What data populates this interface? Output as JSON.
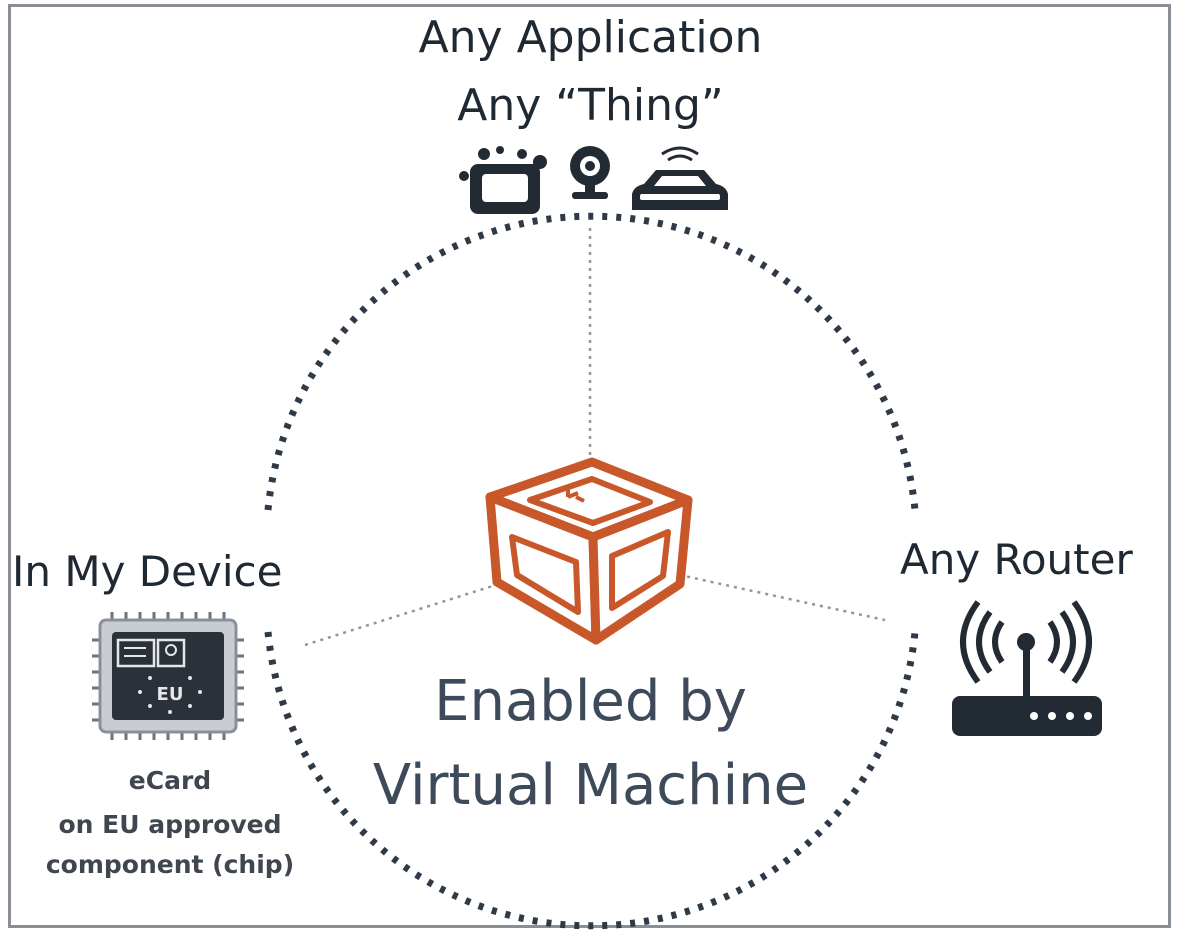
{
  "top": {
    "line1": "Any Application",
    "line2": "Any “Thing”",
    "icons": [
      "washing-machine-icon",
      "webcam-icon",
      "connected-car-icon"
    ]
  },
  "left": {
    "title": "In My Device",
    "chip_text": "EU",
    "caption": {
      "line1": "eCard",
      "line2": "on EU approved",
      "line3": "component (chip)"
    },
    "icon": "chip-icon"
  },
  "right": {
    "title": "Any Router",
    "icon": "wifi-router-icon"
  },
  "center": {
    "line1": "Enabled by",
    "line2": "Virtual Machine",
    "icon": "virtual-machine-cube-icon"
  },
  "colors": {
    "text": "#1f2933",
    "ring": "#2f3a47",
    "cube": "#c8582a",
    "frame": "#8a8f96"
  }
}
